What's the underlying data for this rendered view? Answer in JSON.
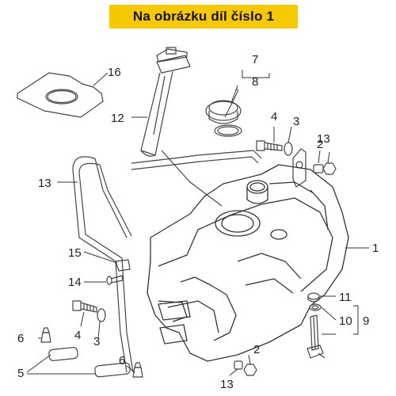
{
  "banner": {
    "text": "Na obrázku díl číslo 1"
  },
  "callouts": {
    "c1": "1",
    "c2a": "2",
    "c2b": "2",
    "c3a": "3",
    "c3b": "3",
    "c4a": "4",
    "c4b": "4",
    "c5": "5",
    "c6a": "6",
    "c6b": "6",
    "c7": "7",
    "c8": "8",
    "c9": "9",
    "c10": "10",
    "c11": "11",
    "c12": "12",
    "c13a": "13",
    "c13b": "13",
    "c13c": "13",
    "c14": "14",
    "c15": "15",
    "c16": "16"
  },
  "colors": {
    "banner": "#f6c800",
    "lines": "#333333",
    "parts": "#444444"
  }
}
